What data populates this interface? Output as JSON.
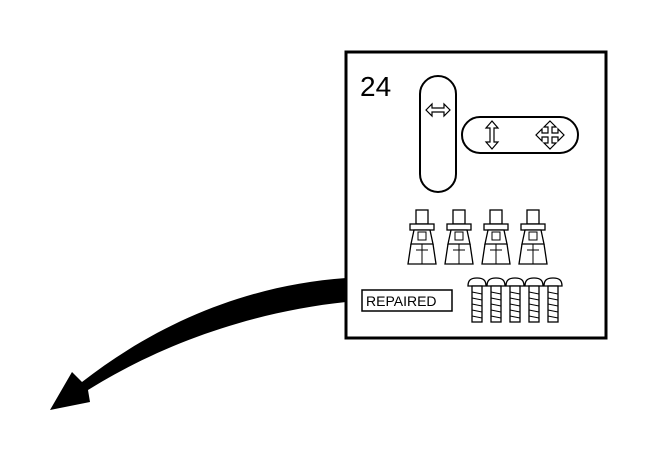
{
  "callout": {
    "number": "24",
    "status_label": "REPAIRED"
  },
  "icons": {
    "horizontal_slot": "horizontal-arrow-icon",
    "vertical_adjust": "vertical-arrow-icon",
    "move_adjust": "four-way-arrow-icon"
  },
  "fastener_groups": {
    "clip_count": 4,
    "screw_count": 5
  },
  "colors": {
    "ink": "#000000",
    "paper": "#ffffff"
  }
}
